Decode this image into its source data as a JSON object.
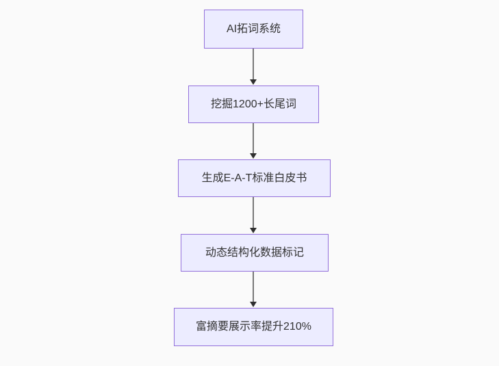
{
  "flowchart": {
    "type": "flowchart",
    "direction": "top-down",
    "nodes": [
      {
        "label": "AI拓词系统"
      },
      {
        "label": "挖掘1200+长尾词"
      },
      {
        "label": "生成E-A-T标准白皮书"
      },
      {
        "label": "动态结构化数据标记"
      },
      {
        "label": "富摘要展示率提升210%"
      }
    ],
    "edges": [
      {
        "from": 0,
        "to": 1,
        "style": "arrow-down"
      },
      {
        "from": 1,
        "to": 2,
        "style": "arrow-down"
      },
      {
        "from": 2,
        "to": 3,
        "style": "arrow-down"
      },
      {
        "from": 3,
        "to": 4,
        "style": "arrow-down"
      }
    ],
    "colors": {
      "page_bg": "#fafafa",
      "node_fill": "#ececff",
      "node_border": "#9370db",
      "node_text": "#333333",
      "edge_line": "#777777",
      "edge_arrowhead": "#2f2f2f"
    }
  }
}
